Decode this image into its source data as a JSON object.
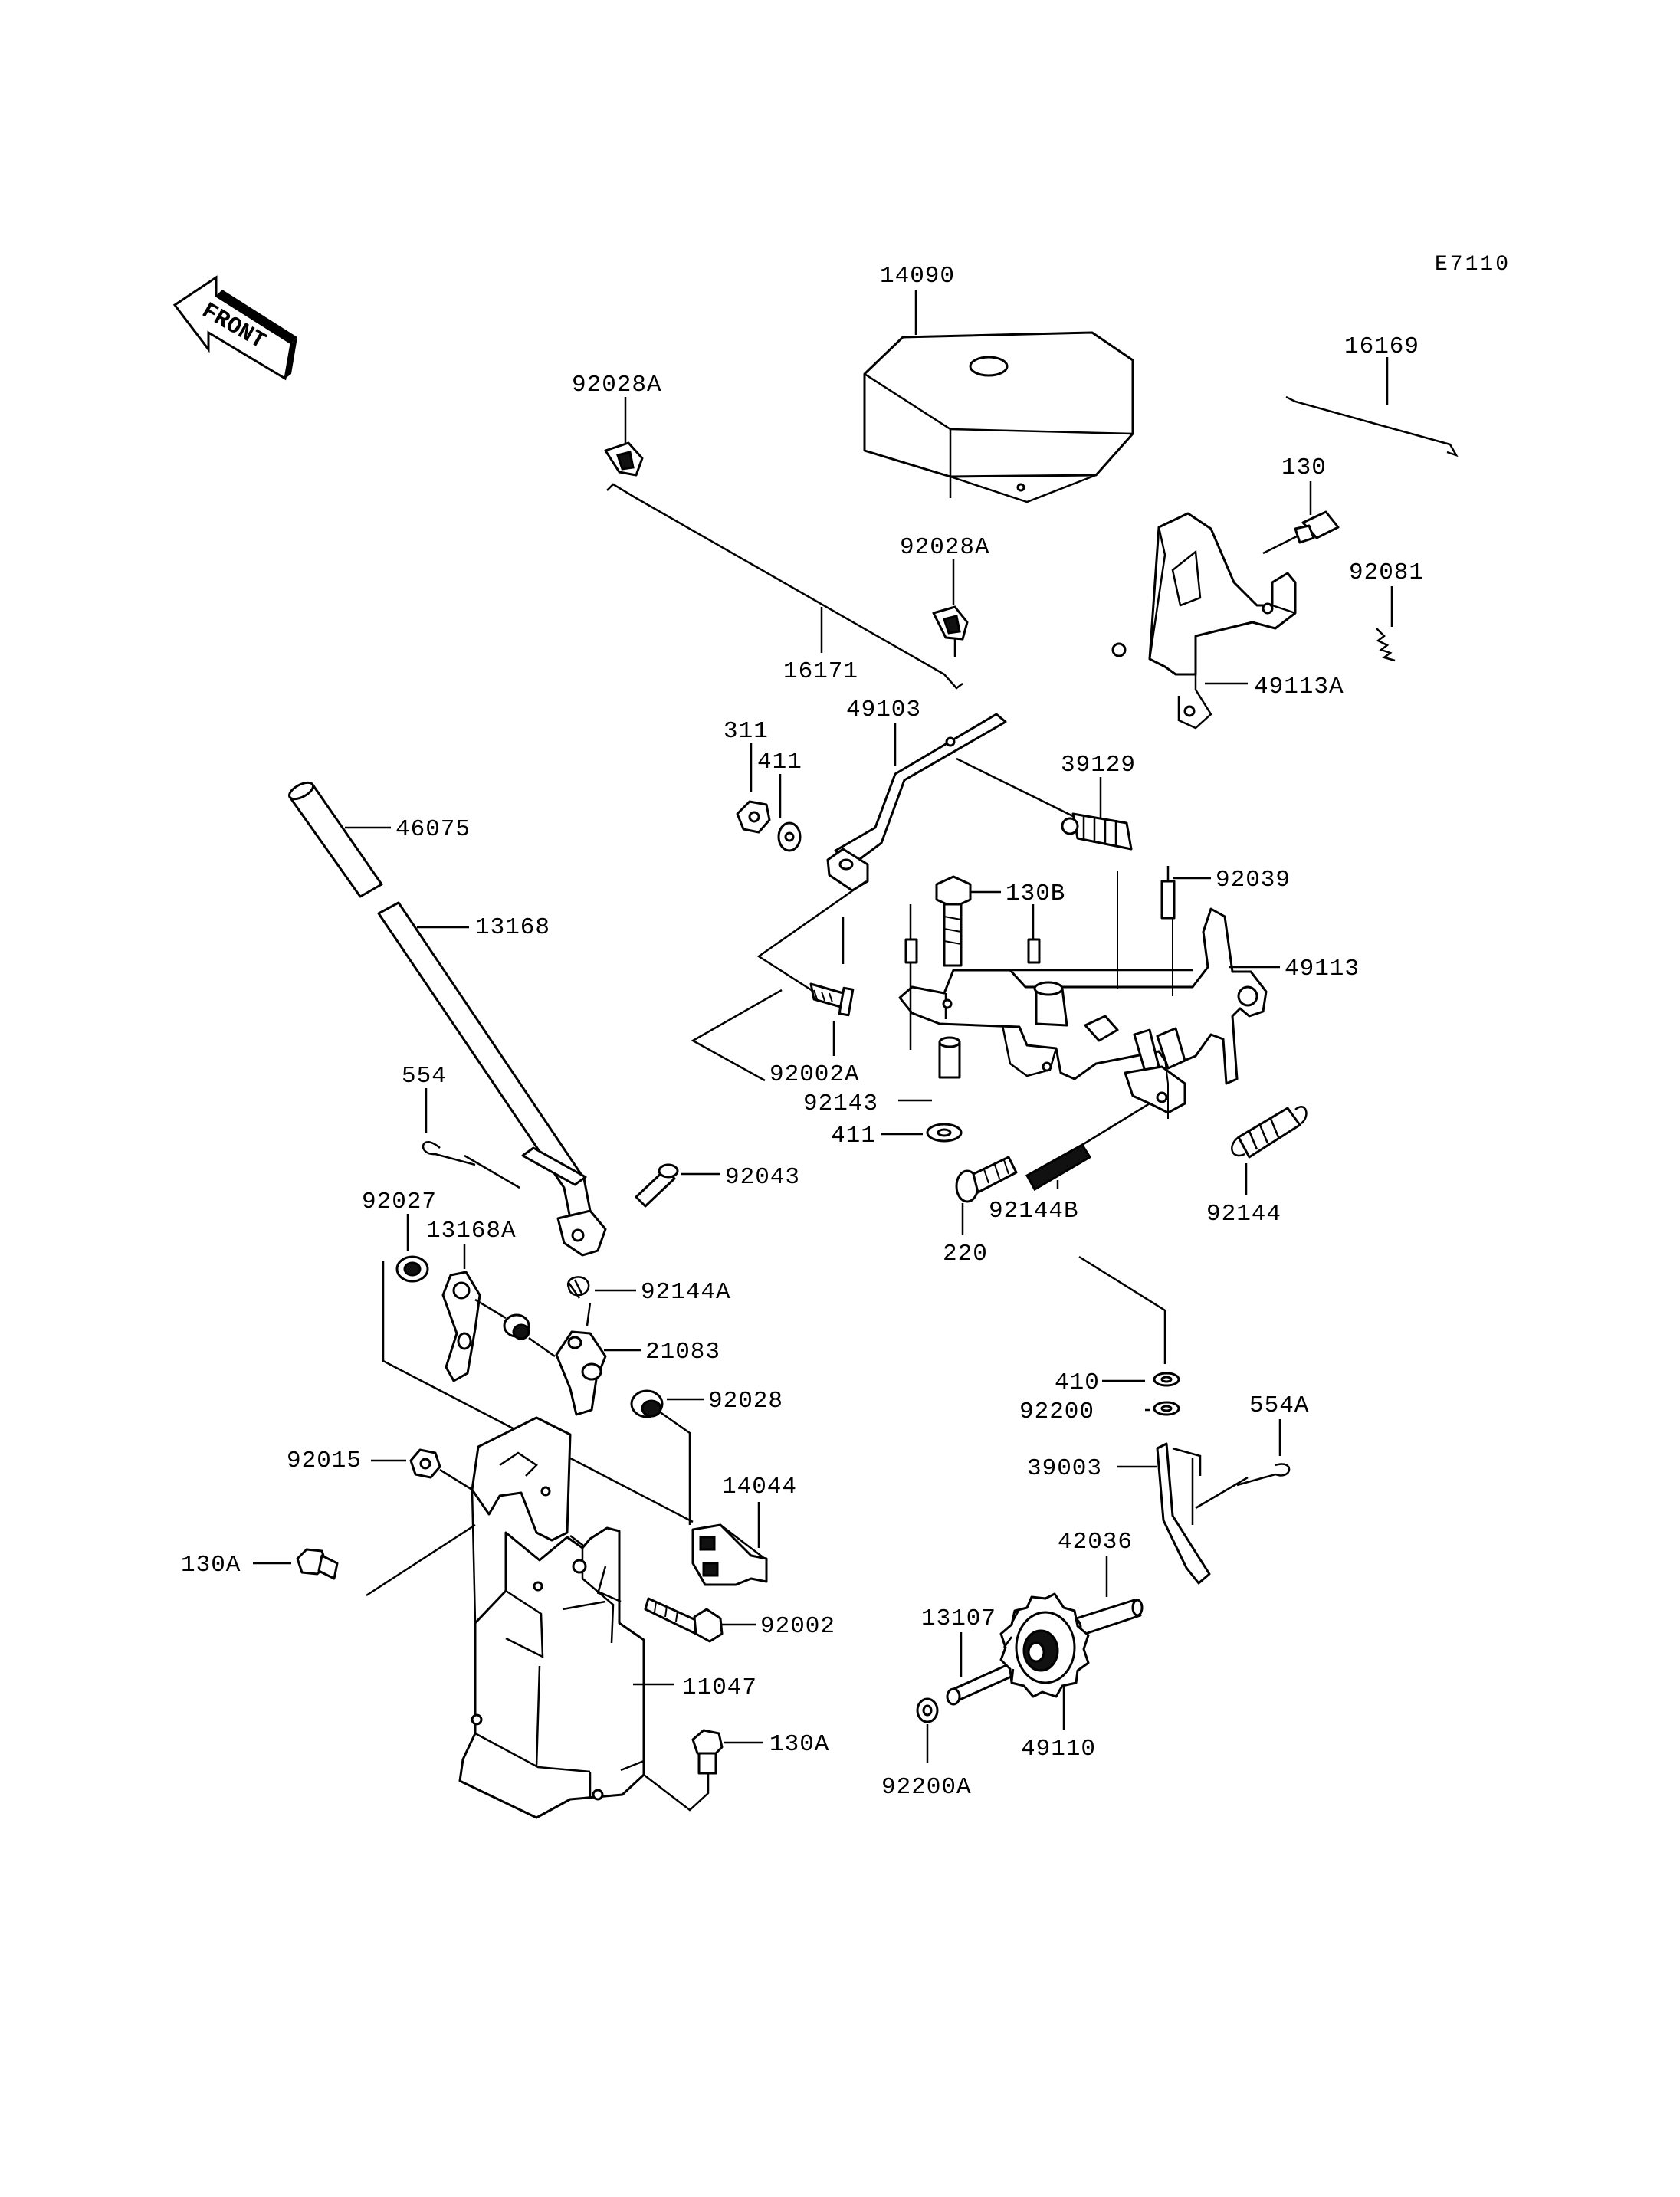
{
  "diagram_code": "E7110",
  "front_label": "FRONT",
  "labels": {
    "p14090": "14090",
    "p16169": "16169",
    "p92028A_1": "92028A",
    "p92028A_2": "92028A",
    "p16171": "16171",
    "p130": "130",
    "p92081": "92081",
    "p49113A": "49113A",
    "p311": "311",
    "p411_1": "411",
    "p49103": "49103",
    "p39129": "39129",
    "p46075": "46075",
    "p13168": "13168",
    "p130B": "130B",
    "p92039": "92039",
    "p49113": "49113",
    "p92002A": "92002A",
    "p92143": "92143",
    "p411_2": "411",
    "p554": "554",
    "p92043": "92043",
    "p92144B": "92144B",
    "p92144": "92144",
    "p220": "220",
    "p92027": "92027",
    "p13168A": "13168A",
    "p92144A": "92144A",
    "p21083": "21083",
    "p92028": "92028",
    "p410": "410",
    "p92200": "92200",
    "p554A": "554A",
    "p92015": "92015",
    "p14044": "14044",
    "p39003": "39003",
    "p42036": "42036",
    "p130A_1": "130A",
    "p92002": "92002",
    "p13107": "13107",
    "p11047": "11047",
    "p49110": "49110",
    "p130A_2": "130A",
    "p92200A": "92200A"
  }
}
